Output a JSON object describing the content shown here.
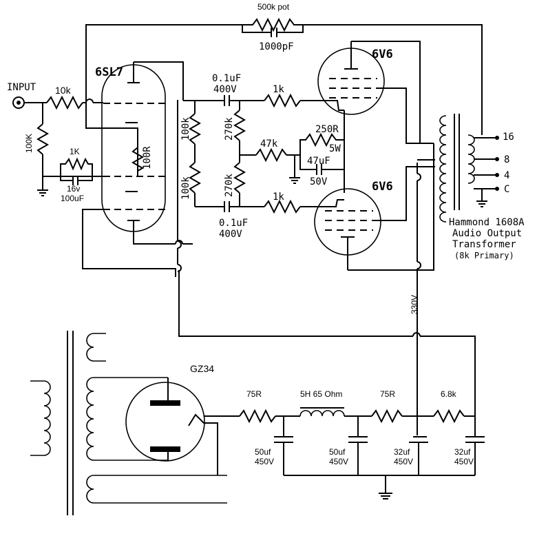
{
  "labels": {
    "input": "INPUT",
    "r_in": "10k",
    "r_grid": "100K",
    "r_cath_bypass_r": "1K",
    "c_cath_v": "16v",
    "c_cath_val": "100uF",
    "tube_pre": "6SL7",
    "r_cath": "100R",
    "r_plate1": "100k",
    "r_plate2": "100k",
    "c_couple1_val": "0.1uF",
    "c_couple1_v": "400V",
    "c_couple2_val": "0.1uF",
    "c_couple2_v": "400V",
    "r_grid_leak1": "270k",
    "r_grid_leak2": "270k",
    "r_gs1": "1k",
    "r_gs2": "1k",
    "r_47k": "47k",
    "r_cath_out": "250R",
    "r_cath_out_w": "5W",
    "c_cath_out_val": "47uF",
    "c_cath_out_v": "50V",
    "tube_out1": "6V6",
    "tube_out2": "6V6",
    "pot": "500k pot",
    "c_fb": "1000pF",
    "tap16": "16",
    "tap8": "8",
    "tap4": "4",
    "tapC": "C",
    "ot_line1": "Hammond 1608A",
    "ot_line2": "Audio Output",
    "ot_line3": "Transformer",
    "ot_line4": "(8k Primary)",
    "b_plus": "330V",
    "rect": "GZ34",
    "r_ps1": "75R",
    "choke": "5H 65 Ohm",
    "r_ps2": "75R",
    "r_ps3": "6.8k",
    "c_ps1_val": "50uf",
    "c_ps1_v": "450V",
    "c_ps2_val": "50uf",
    "c_ps2_v": "450V",
    "c_ps3_val": "32uf",
    "c_ps3_v": "450V",
    "c_ps4_val": "32uf",
    "c_ps4_v": "450V"
  }
}
